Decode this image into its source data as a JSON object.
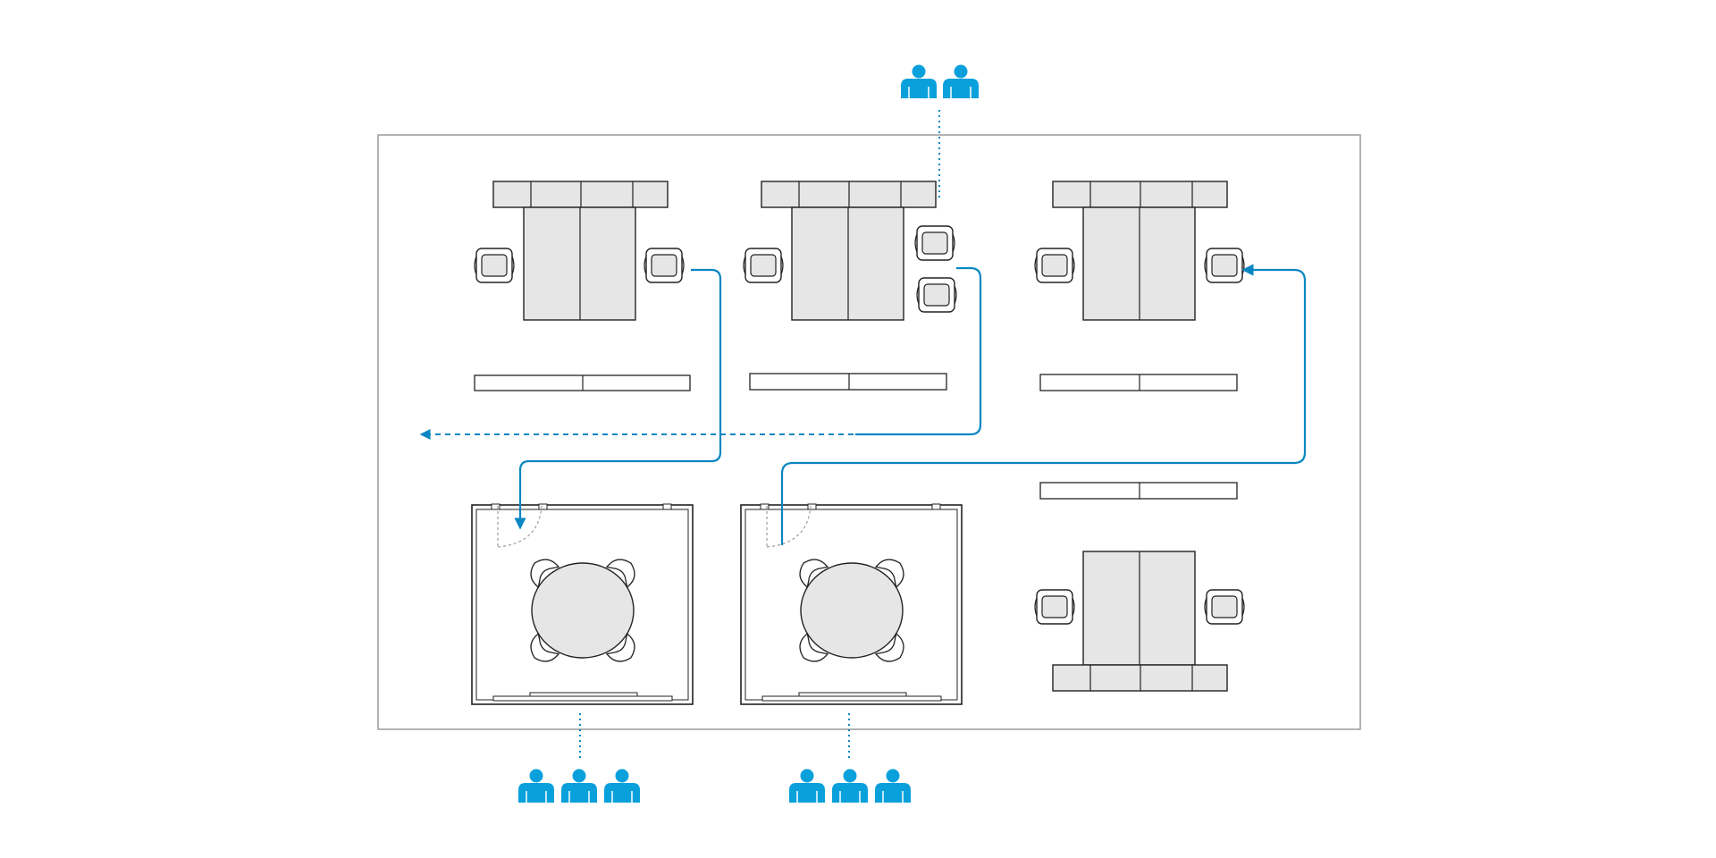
{
  "colors": {
    "background": "#ffffff",
    "room_outline": "#9a9a9a",
    "furniture_fill": "#e6e6e6",
    "furniture_stroke": "#222222",
    "accent_blue": "#0a86c2",
    "people_blue": "#0aa0dc",
    "door_swing": "#9a9a9a"
  },
  "icons": {
    "person": "person-icon",
    "chair": "chair-icon",
    "desk": "desk-icon",
    "round_table": "round-table-icon",
    "arrow": "arrow-icon"
  },
  "groups": {
    "top_team": {
      "people_count": 2
    },
    "meeting_room_left": {
      "people_count": 3
    },
    "meeting_room_right": {
      "people_count": 3
    }
  },
  "workstations": {
    "desk_clusters": 4,
    "meeting_rooms": 2,
    "chairs_per_round_table": 4
  },
  "paths": [
    {
      "name": "path-desk-to-meeting-room-left",
      "style": "solid",
      "arrow": "end"
    },
    {
      "name": "path-desk-to-exit",
      "style": "dashed",
      "arrow": "end"
    },
    {
      "name": "path-meeting-room-right-to-desk",
      "style": "solid",
      "arrow": "end"
    }
  ]
}
